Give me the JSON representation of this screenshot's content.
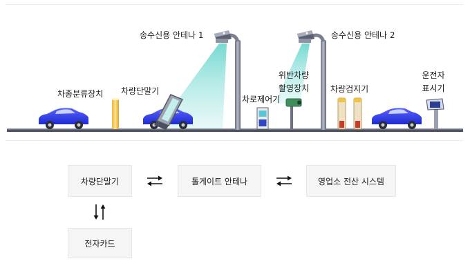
{
  "scene": {
    "antenna_1": "송수신용 안테나 1",
    "antenna_2": "송수신용 안테나 2",
    "vehicle_classifier": "차종분류장치",
    "vehicle_terminal": "차량단말기",
    "violation_camera_line1": "위반차량",
    "violation_camera_line2": "촬영장치",
    "lane_controller": "차로제어기",
    "vehicle_detector": "차량검지기",
    "driver_display_line1": "운전자",
    "driver_display_line2": "표시기"
  },
  "flow": {
    "vehicle_terminal": "차량단말기",
    "tollgate_antenna": "톨게이트 안테나",
    "office_system": "영업소 전산 시스템",
    "ic_card": "전자카드"
  }
}
